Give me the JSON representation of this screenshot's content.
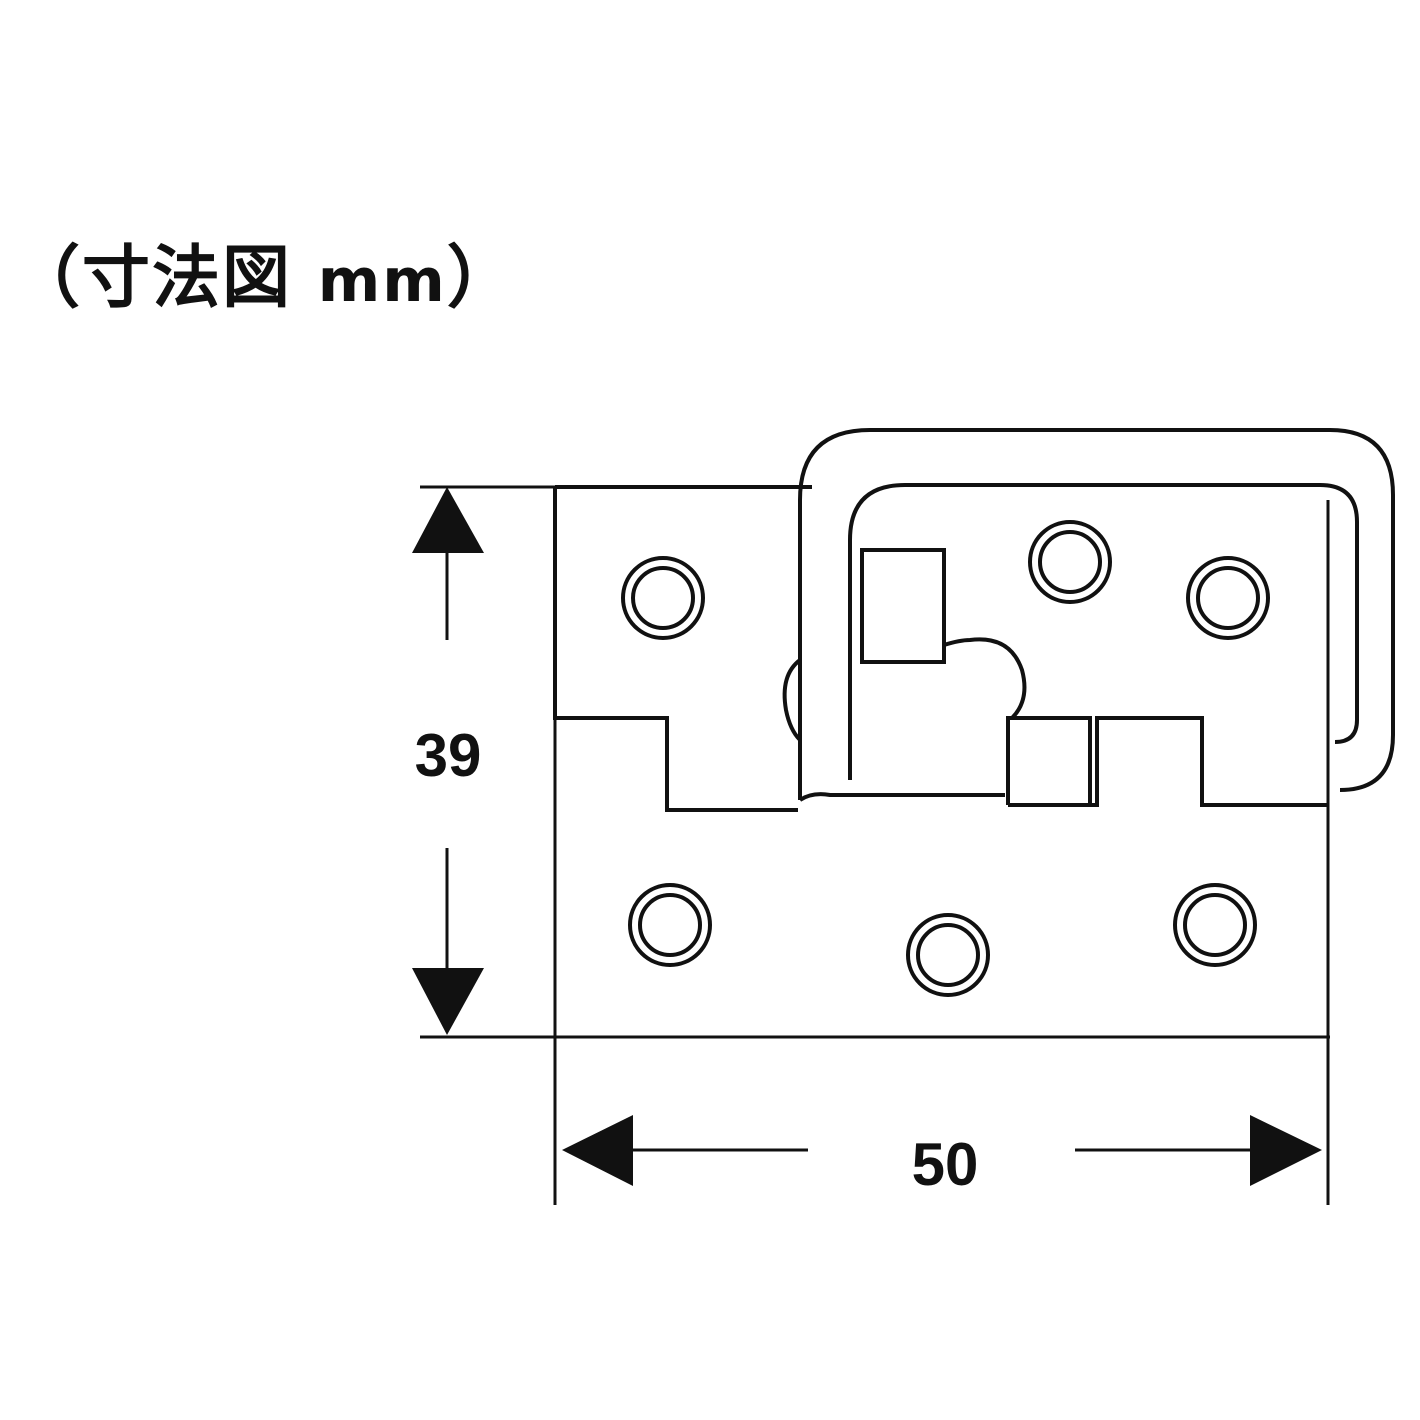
{
  "title": {
    "open_paren": "（",
    "label": "寸法図",
    "unit": "mm",
    "close_paren": "）"
  },
  "dimensions": {
    "height": "39",
    "width": "50"
  },
  "colors": {
    "line": "#111111",
    "background": "#ffffff"
  }
}
